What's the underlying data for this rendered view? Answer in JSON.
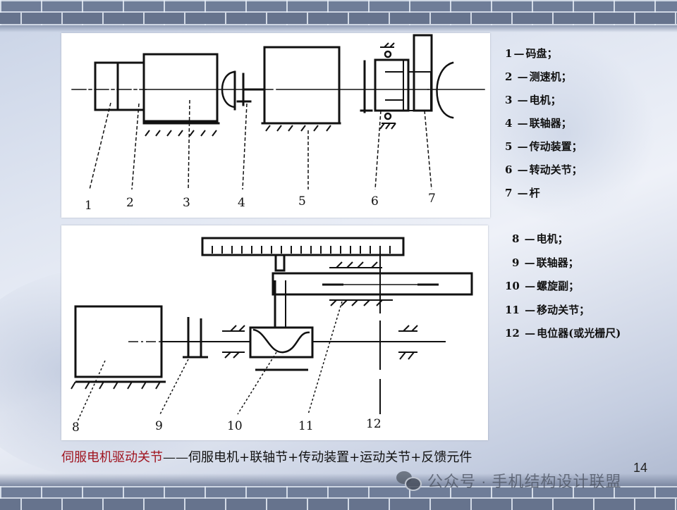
{
  "slide": {
    "page_number": "14",
    "watermark": "公众号 · 手机结构设计联盟",
    "caption": {
      "highlight": "伺服电机驱动关节",
      "separator": "——",
      "formula": "伺服电机+联轴节+传动装置+运动关节+反馈元件",
      "highlight_color": "#a0141f"
    }
  },
  "diagram_top": {
    "title": "Rotary joint drive schematic",
    "part_labels": [
      "1",
      "2",
      "3",
      "4",
      "5",
      "6",
      "7"
    ]
  },
  "diagram_bottom": {
    "title": "Linear joint drive schematic",
    "part_labels": [
      "8",
      "9",
      "10",
      "11",
      "12"
    ]
  },
  "legend_top": [
    {
      "num": "1",
      "text": "码盘；"
    },
    {
      "num": "2",
      "text": "测速机；"
    },
    {
      "num": "3",
      "text": "电机；"
    },
    {
      "num": "4",
      "text": "联轴器；"
    },
    {
      "num": "5",
      "text": "传动装置；"
    },
    {
      "num": "6",
      "text": "转动关节；"
    },
    {
      "num": "7",
      "text": "杆"
    }
  ],
  "legend_bottom": [
    {
      "num": "8",
      "text": "电机；"
    },
    {
      "num": "9",
      "text": "联轴器；"
    },
    {
      "num": "10",
      "text": "螺旋副；"
    },
    {
      "num": "11",
      "text": "移动关节；"
    },
    {
      "num": "12",
      "text": "电位器(或光栅尺)"
    }
  ],
  "legend_dash": "—"
}
